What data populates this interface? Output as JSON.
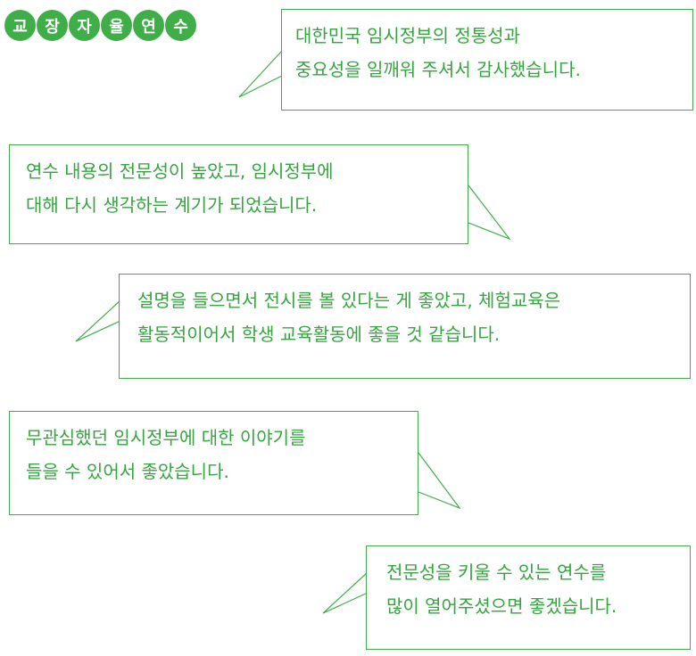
{
  "title": {
    "chars": [
      "교",
      "장",
      "자",
      "율",
      "연",
      "수"
    ],
    "color": "#3fae49"
  },
  "bubbles": [
    {
      "lines": [
        "대한민국 임시정부의 정통성과",
        "중요성을 일깨워 주셔서 감사했습니다."
      ],
      "tail": "left"
    },
    {
      "lines": [
        "연수 내용의 전문성이 높았고, 임시정부에",
        "대해 다시 생각하는 계기가 되었습니다."
      ],
      "tail": "right"
    },
    {
      "lines": [
        "설명을 들으면서 전시를 볼 있다는 게 좋았고, 체험교육은",
        "활동적이어서 학생 교육활동에 좋을 것 같습니다."
      ],
      "tail": "left"
    },
    {
      "lines": [
        "무관심했던 임시정부에 대한 이야기를",
        "들을 수 있어서 좋았습니다."
      ],
      "tail": "right"
    },
    {
      "lines": [
        "전문성을 키울 수 있는 연수를",
        "많이 열어주셨으면 좋겠습니다."
      ],
      "tail": "left"
    }
  ],
  "colors": {
    "accent": "#3fae49",
    "text": "#35a53f"
  }
}
